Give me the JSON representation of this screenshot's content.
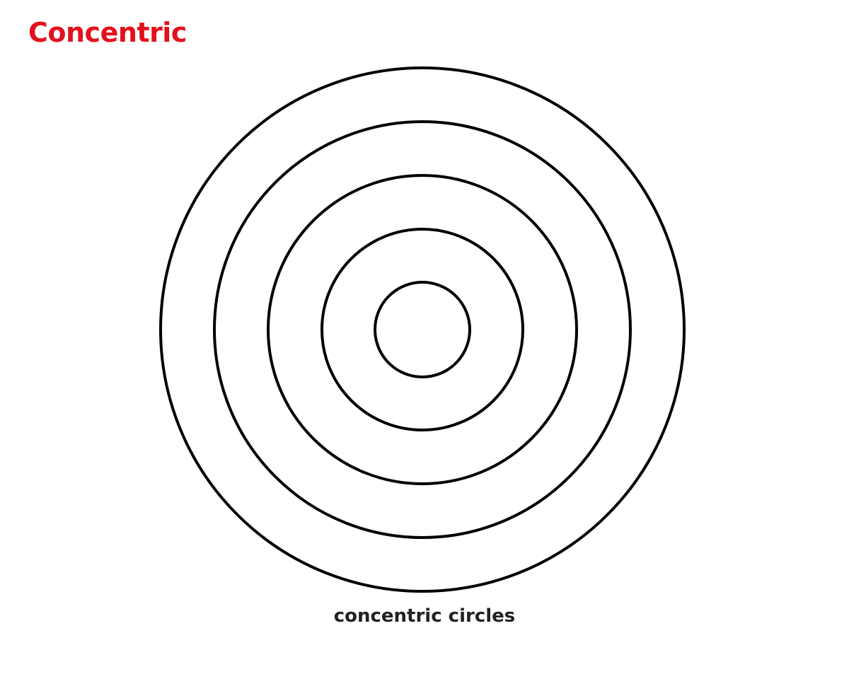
{
  "title": "Concentric",
  "title_color": "#e3101c",
  "caption": "concentric circles",
  "ring_color": "#000000",
  "ring_count": 5
}
